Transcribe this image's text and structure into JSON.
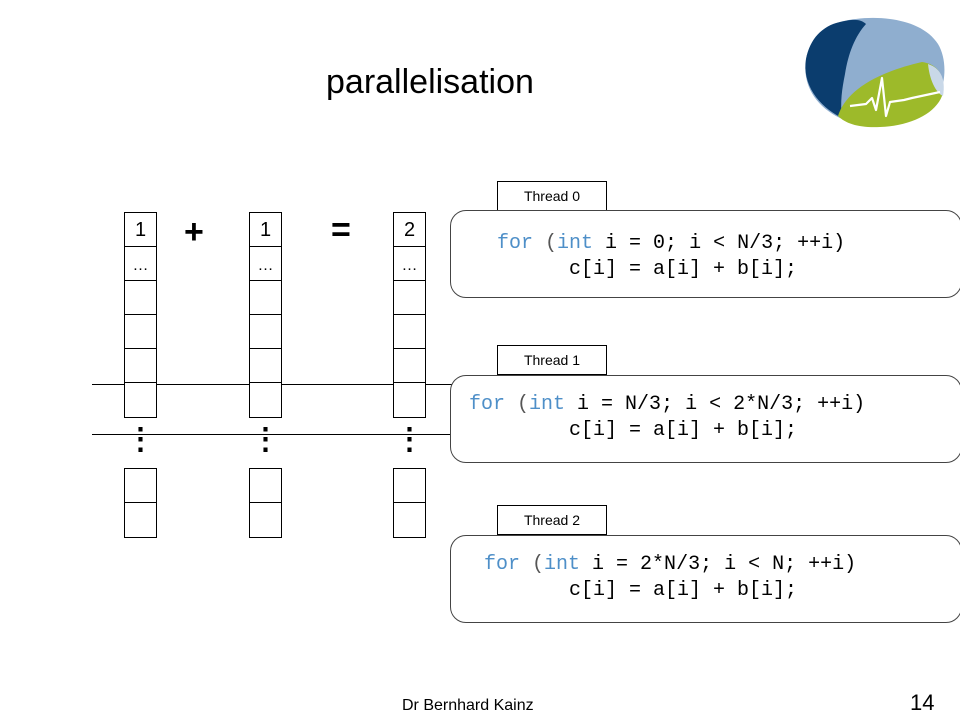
{
  "title": "parallelisation",
  "footer": {
    "author": "Dr Bernhard Kainz",
    "page": "14"
  },
  "arrays": {
    "a": {
      "first": "1",
      "second": "…"
    },
    "b": {
      "first": "1",
      "second": "…"
    },
    "c": {
      "first": "2",
      "second": "…"
    },
    "vertical_dots": "⋮",
    "plus": "+",
    "equals": "="
  },
  "threads": [
    {
      "label": "Thread 0",
      "line1": {
        "kw1": "for",
        "p1": " (",
        "kw2": "int",
        "rest": " i = 0; i < N/3; ++i)"
      },
      "line2": "c[i] = a[i] + b[i];"
    },
    {
      "label": "Thread 1",
      "line1": {
        "kw1": "for",
        "p1": " (",
        "kw2": "int",
        "rest": " i = N/3; i < 2*N/3; ++i)"
      },
      "line2": "c[i] = a[i] + b[i];"
    },
    {
      "label": "Thread 2",
      "line1": {
        "kw1": "for",
        "p1": " (",
        "kw2": "int",
        "rest": " i = 2*N/3; i < N; ++i)"
      },
      "line2": "c[i] = a[i] + b[i];"
    }
  ],
  "colors": {
    "keyword": "#4e8fc8",
    "logo_dark_blue": "#0b3d6e",
    "logo_light_blue": "#8faecf",
    "logo_green": "#9dba2a"
  },
  "logo": {
    "icon": "heart-brain-logo"
  }
}
